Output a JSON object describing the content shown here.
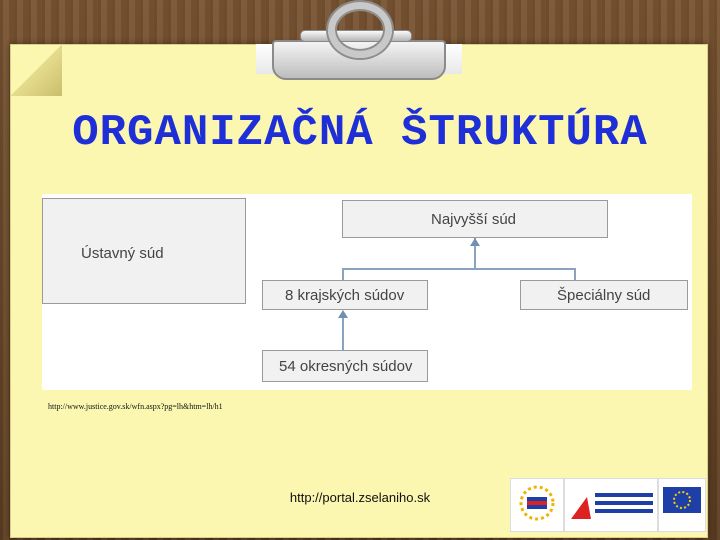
{
  "title": "ORGANIZAČNÁ ŠTRUKTÚRA",
  "diagram": {
    "constitutional_court": "Ústavný súd",
    "supreme_court": "Najvyšší súd",
    "regional_courts": "8 krajských súdov",
    "special_court": "Špeciálny súd",
    "district_courts": "54 okresných súdov"
  },
  "source_url": "http://www.justice.gov.sk/wfn.aspx?pg=lh&htm=lh/h1",
  "footer_url": "http://portal.zselaniho.sk",
  "logos": [
    "logo-vzdelavanie",
    "logo-ministerstvo-skolstva",
    "eu-flag-logo"
  ],
  "colors": {
    "title": "#1f2fd8",
    "paper": "#fbf7b0",
    "connector": "#8aa3bf"
  }
}
